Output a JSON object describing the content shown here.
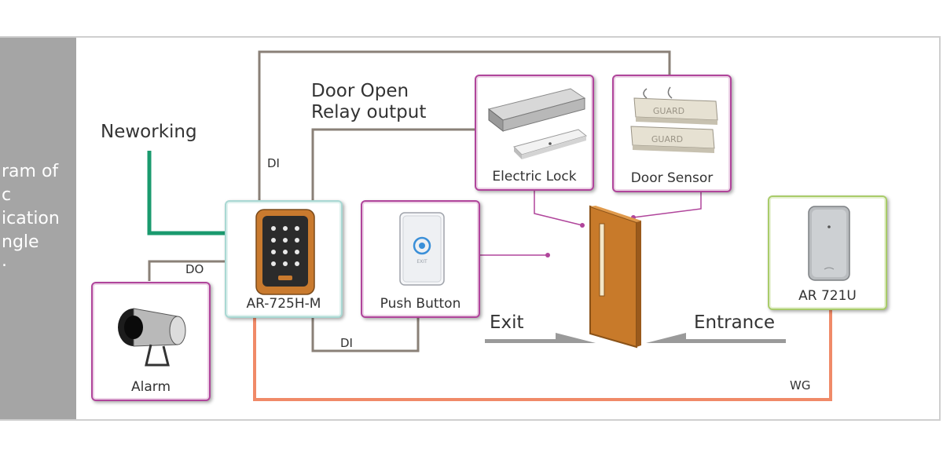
{
  "side_panel": {
    "lines": [
      "ram of",
      "c",
      "ication",
      "ngle",
      "."
    ]
  },
  "labels": {
    "networking": "Neworking",
    "door_open_line1": "Door Open",
    "door_open_line2": "Relay output",
    "di_top": "DI",
    "do": "DO",
    "di_bottom": "DI",
    "wg": "WG",
    "exit": "Exit",
    "entrance": "Entrance"
  },
  "devices": {
    "controller": "AR-725H-M",
    "electric_lock": "Electric Lock",
    "door_sensor": "Door Sensor",
    "push_button": "Push Button",
    "reader": "AR 721U",
    "alarm": "Alarm"
  },
  "icon_text": {
    "sensor_brand_1": "GUARD",
    "sensor_brand_2": "GUARD",
    "button_text": "EXIT"
  },
  "colors": {
    "networking_wire": "#1a9a6e",
    "wiegand_wire": "#f08a68",
    "signal_wire": "#8a8077",
    "door_link": "#b0459b",
    "accent_magenta": "#b0459b",
    "accent_teal": "#a9d8d3",
    "accent_green": "#a9cc6a",
    "door_wood": "#c87a2a"
  }
}
